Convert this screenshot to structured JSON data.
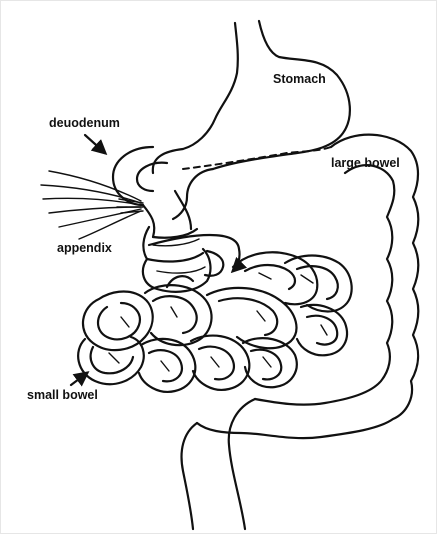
{
  "labels": {
    "stomach": "Stomach",
    "duodenum": "deuodenum",
    "large_bowel": "large bowel",
    "appendix": "appendix",
    "small_bowel": "small bowel"
  },
  "colors": {
    "line": "#111111",
    "background": "#ffffff"
  }
}
